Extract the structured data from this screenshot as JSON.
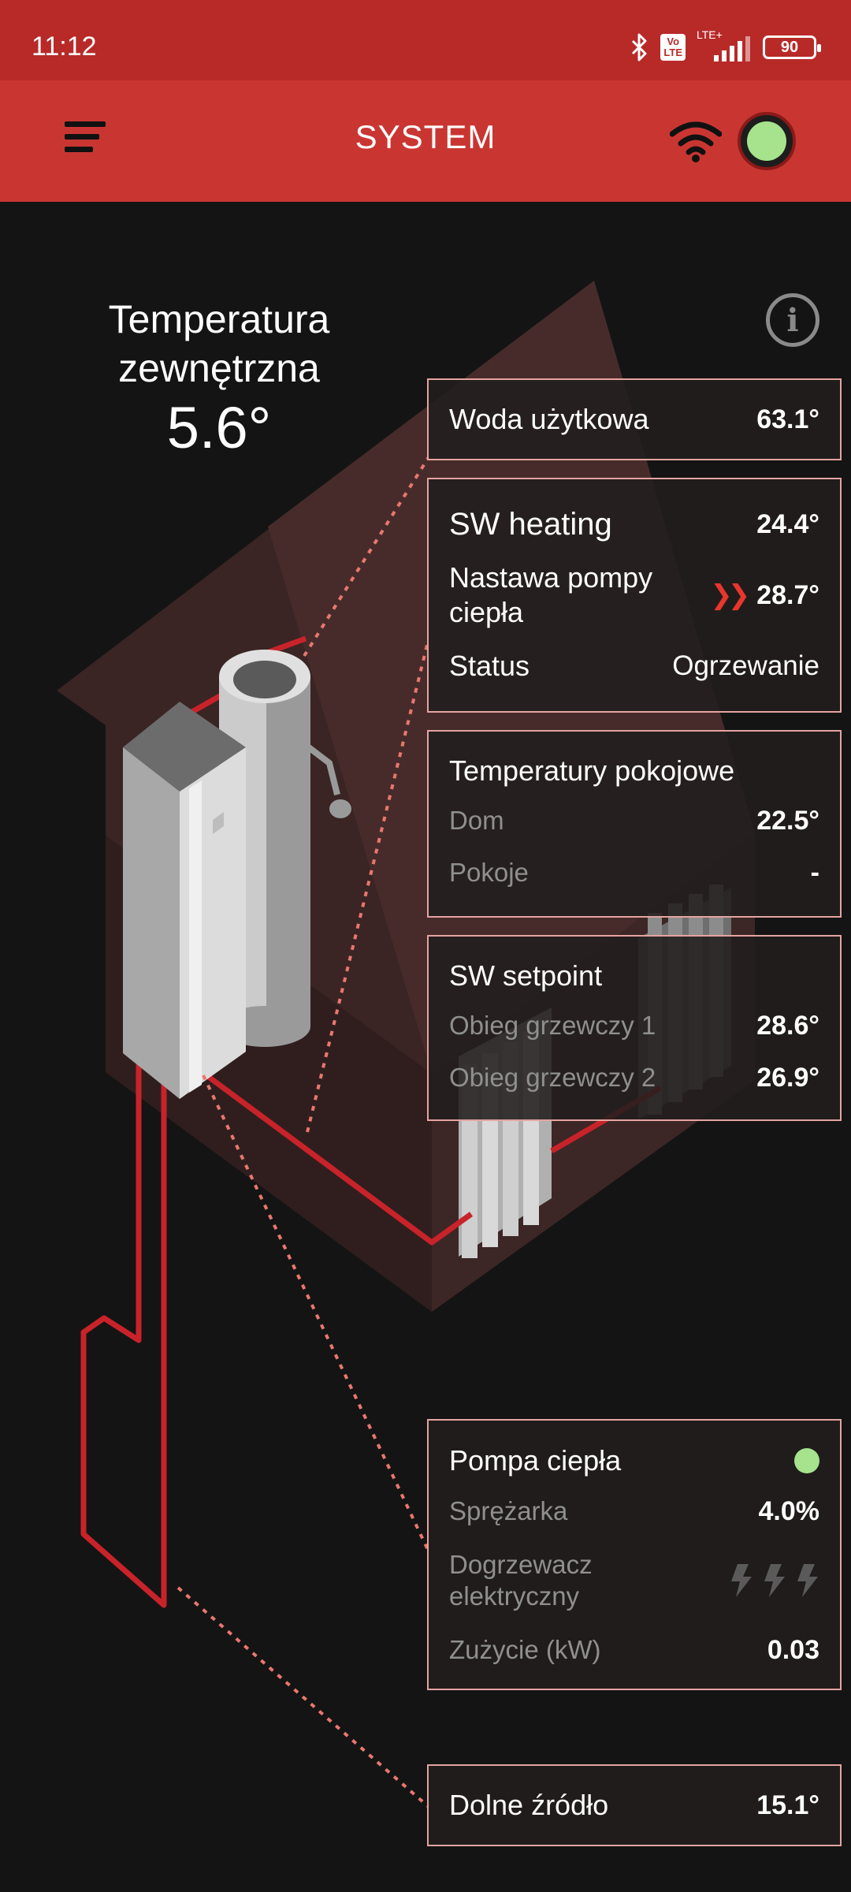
{
  "status_bar": {
    "time": "11:12",
    "volte_label": "Vo\nLTE",
    "lte_label": "LTE+",
    "battery": "90",
    "icons": [
      "bluetooth-icon",
      "volte-icon",
      "signal-icon",
      "battery-icon"
    ]
  },
  "app_bar": {
    "title": "SYSTEM",
    "icons": [
      "menu-icon",
      "wifi-icon",
      "connection-status-icon"
    ],
    "connection_color": "#a6e38c"
  },
  "outdoor": {
    "label": "Temperatura zewnętrzna",
    "value": "5.6°"
  },
  "info_icon": "i",
  "cards": {
    "water": {
      "label": "Woda użytkowa",
      "value": "63.1°"
    },
    "sw_heating": {
      "title": "SW heating",
      "value": "24.4°",
      "setpoint_label": "Nastawa pompy ciepła",
      "setpoint_value": "28.7°",
      "setpoint_indicator": "❯❯",
      "status_label": "Status",
      "status_value": "Ogrzewanie"
    },
    "rooms": {
      "title": "Temperatury pokojowe",
      "items": [
        {
          "label": "Dom",
          "value": "22.5°"
        },
        {
          "label": "Pokoje",
          "value": "-"
        }
      ]
    },
    "setpoint": {
      "title": "SW setpoint",
      "items": [
        {
          "label": "Obieg grzewczy 1",
          "value": "28.6°"
        },
        {
          "label": "Obieg grzewczy 2",
          "value": "26.9°"
        }
      ]
    },
    "pump": {
      "title": "Pompa ciepła",
      "compressor_label": "Sprężarka",
      "compressor_value": "4.0%",
      "heater_label": "Dogrzewacz elektryczny",
      "consumption_label": "Zużycie (kW)",
      "consumption_value": "0.03",
      "status_color": "#a6e38c"
    },
    "source": {
      "label": "Dolne źródło",
      "value": "15.1°"
    }
  },
  "colors": {
    "status_bar": "#b72a28",
    "app_bar": "#c93632",
    "pipe": "#c8232a",
    "card_border": "#e4a4a1",
    "accent": "#e8362c"
  }
}
